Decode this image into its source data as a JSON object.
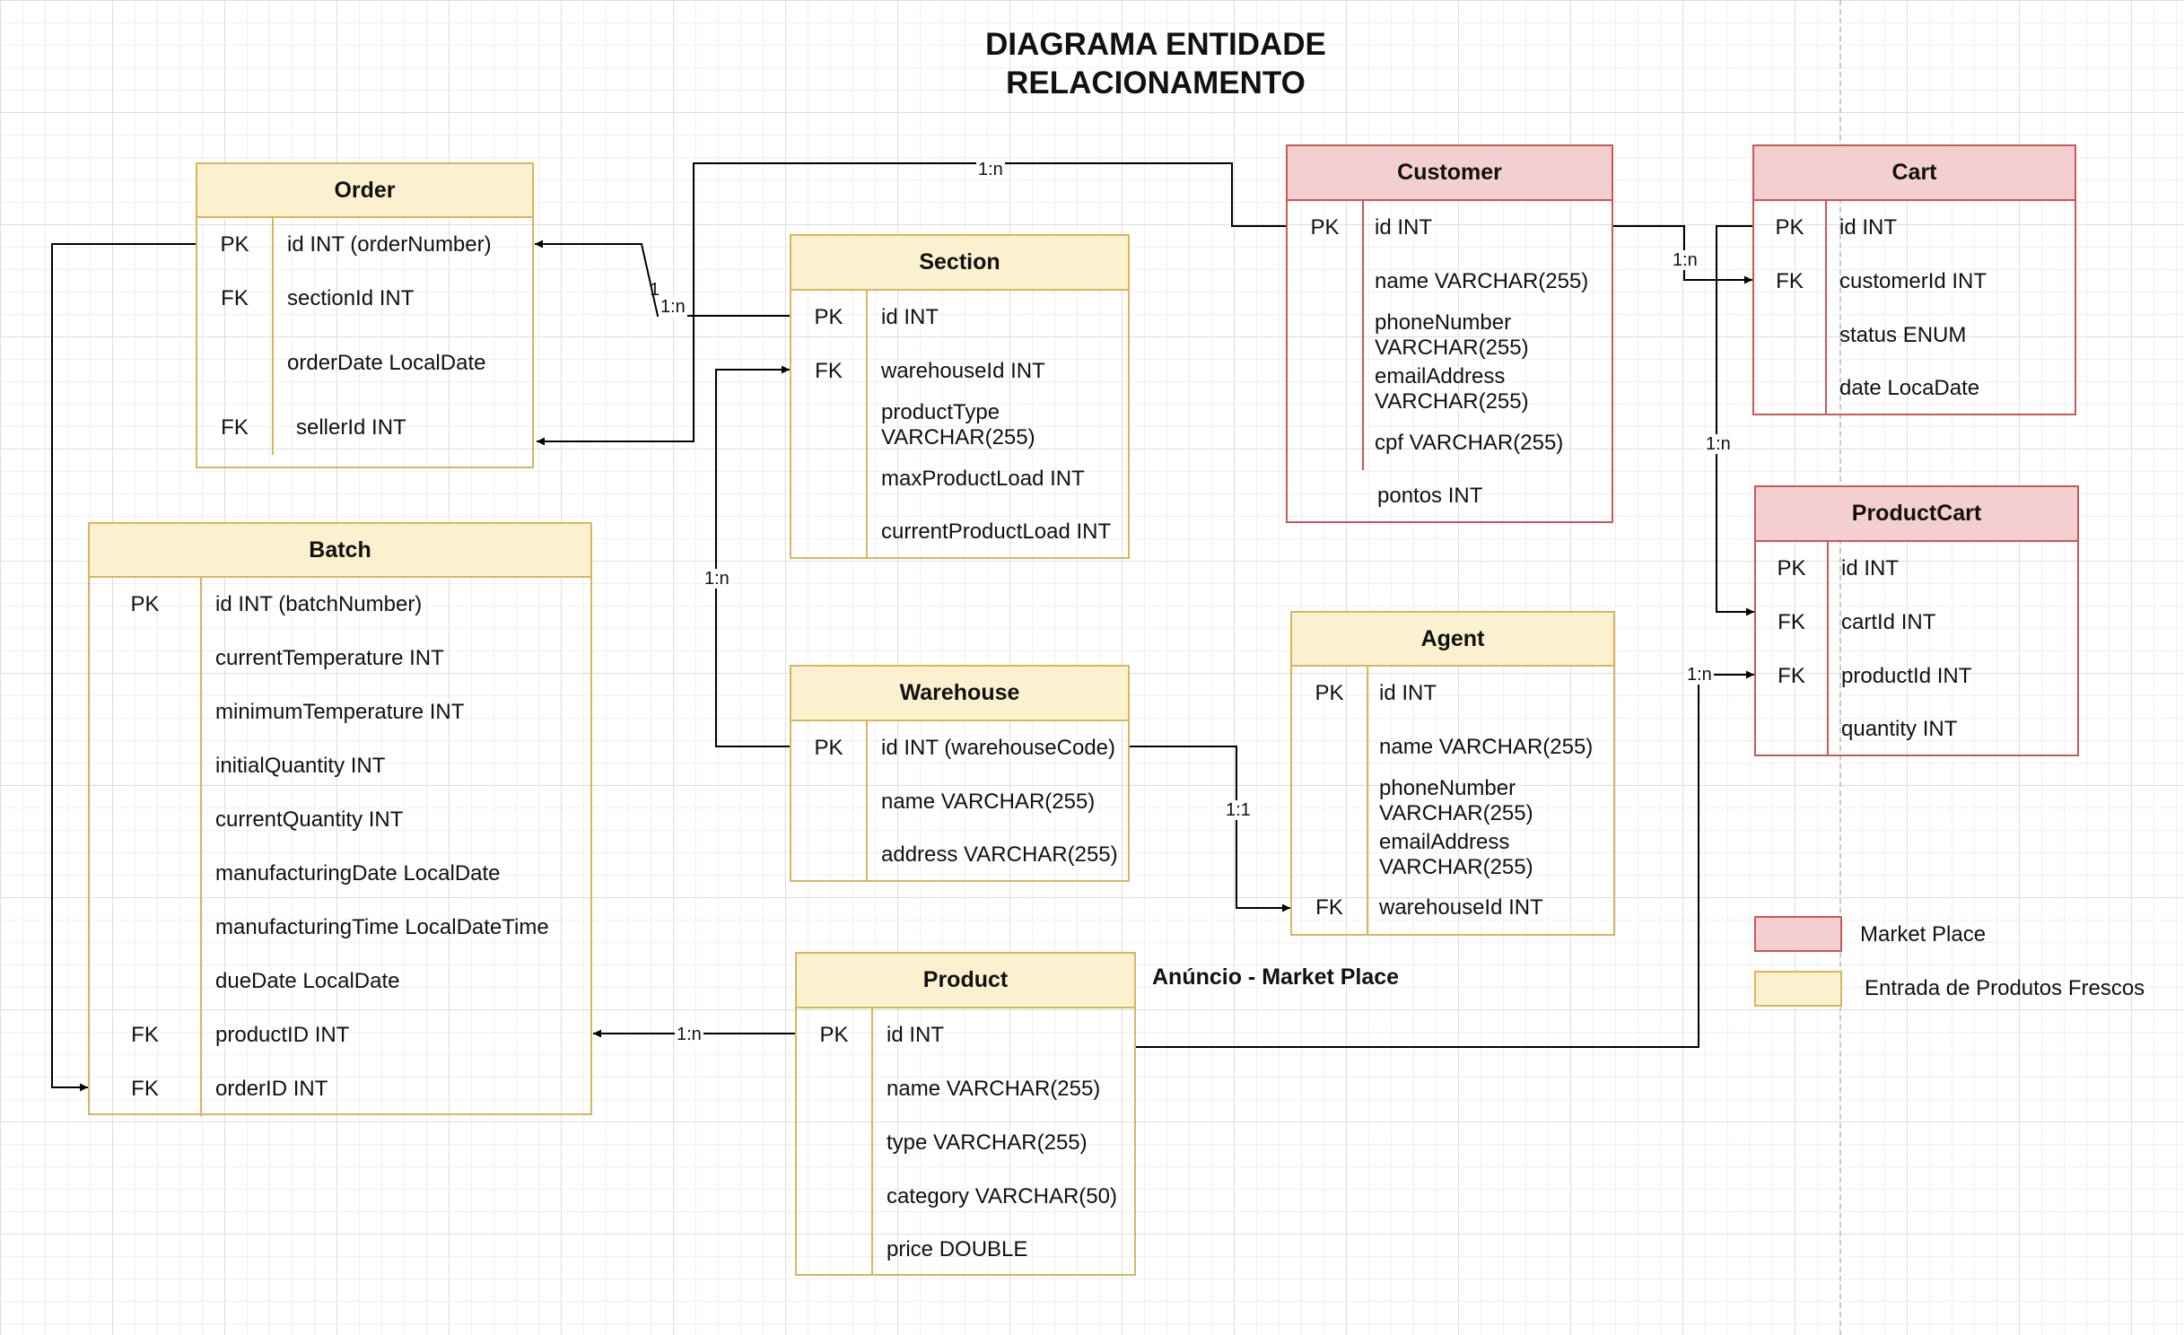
{
  "title_line1": "DIAGRAMA ENTIDADE",
  "title_line2": "RELACIONAMENTO",
  "annotation": "Anúncio - Market Place",
  "colors": {
    "market_place_fill": "#f4cfd0",
    "market_place_border": "#c8585a",
    "fresh_fill": "#fcf1cf",
    "fresh_border": "#d8b65f"
  },
  "legend": [
    {
      "label": "Market Place",
      "color": "#f4cfd0"
    },
    {
      "label": "Entrada de Produtos Frescos",
      "color": "#fcf1cf"
    }
  ],
  "entities": {
    "order": {
      "name": "Order",
      "rows": [
        {
          "key": "PK",
          "field": "id INT (orderNumber)"
        },
        {
          "key": "FK",
          "field": "sectionId INT"
        },
        {
          "key": "",
          "field": "orderDate LocalDate"
        },
        {
          "key": "FK",
          "field": "sellerId INT"
        }
      ]
    },
    "batch": {
      "name": "Batch",
      "rows": [
        {
          "key": "PK",
          "field": "id INT (batchNumber)"
        },
        {
          "key": "",
          "field": "currentTemperature INT"
        },
        {
          "key": "",
          "field": "minimumTemperature INT"
        },
        {
          "key": "",
          "field": "initialQuantity INT"
        },
        {
          "key": "",
          "field": "currentQuantity INT"
        },
        {
          "key": "",
          "field": "manufacturingDate LocalDate"
        },
        {
          "key": "",
          "field": "manufacturingTime LocalDateTime"
        },
        {
          "key": "",
          "field": "dueDate LocalDate"
        },
        {
          "key": "FK",
          "field": "productID INT"
        },
        {
          "key": "FK",
          "field": "orderID INT"
        }
      ]
    },
    "section": {
      "name": "Section",
      "rows": [
        {
          "key": "PK",
          "field": "id INT"
        },
        {
          "key": "FK",
          "field": "warehouseId INT"
        },
        {
          "key": "",
          "field": "productType VARCHAR(255)"
        },
        {
          "key": "",
          "field": "maxProductLoad INT"
        },
        {
          "key": "",
          "field": "currentProductLoad INT"
        }
      ]
    },
    "warehouse": {
      "name": "Warehouse",
      "rows": [
        {
          "key": "PK",
          "field": "id INT (warehouseCode)"
        },
        {
          "key": "",
          "field": "name VARCHAR(255)"
        },
        {
          "key": "",
          "field": "address VARCHAR(255)"
        }
      ]
    },
    "product": {
      "name": "Product",
      "rows": [
        {
          "key": "PK",
          "field": "id INT"
        },
        {
          "key": "",
          "field": "name VARCHAR(255)"
        },
        {
          "key": "",
          "field": "type VARCHAR(255)"
        },
        {
          "key": "",
          "field": "category VARCHAR(50)"
        },
        {
          "key": "",
          "field": "price DOUBLE"
        }
      ]
    },
    "customer": {
      "name": "Customer",
      "rows": [
        {
          "key": "PK",
          "field": "id INT"
        },
        {
          "key": "",
          "field": "name VARCHAR(255)"
        },
        {
          "key": "",
          "field": "phoneNumber VARCHAR(255)"
        },
        {
          "key": "",
          "field": "emailAddress VARCHAR(255)"
        },
        {
          "key": "",
          "field": "cpf VARCHAR(255)"
        },
        {
          "key": "",
          "field": "pontos INT"
        }
      ]
    },
    "agent": {
      "name": "Agent",
      "rows": [
        {
          "key": "PK",
          "field": "id INT"
        },
        {
          "key": "",
          "field": "name VARCHAR(255)"
        },
        {
          "key": "",
          "field": "phoneNumber VARCHAR(255)"
        },
        {
          "key": "",
          "field": "emailAddress VARCHAR(255)"
        },
        {
          "key": "FK",
          "field": "warehouseId INT"
        }
      ]
    },
    "cart": {
      "name": "Cart",
      "rows": [
        {
          "key": "PK",
          "field": "id INT"
        },
        {
          "key": "FK",
          "field": "customerId INT"
        },
        {
          "key": "",
          "field": "status ENUM"
        },
        {
          "key": "",
          "field": "date LocaDate"
        }
      ]
    },
    "productcart": {
      "name": "ProductCart",
      "rows": [
        {
          "key": "PK",
          "field": "id INT"
        },
        {
          "key": "FK",
          "field": "cartId INT"
        },
        {
          "key": "FK",
          "field": "productId INT"
        },
        {
          "key": "",
          "field": "quantity INT"
        }
      ]
    }
  },
  "relationships": [
    {
      "label": "1:n"
    },
    {
      "label": "1"
    },
    {
      "label": "1:n"
    },
    {
      "label": "1:n"
    },
    {
      "label": "1:1"
    },
    {
      "label": "1:n"
    },
    {
      "label": "1:n"
    },
    {
      "label": "1:n"
    },
    {
      "label": "1:n"
    }
  ]
}
